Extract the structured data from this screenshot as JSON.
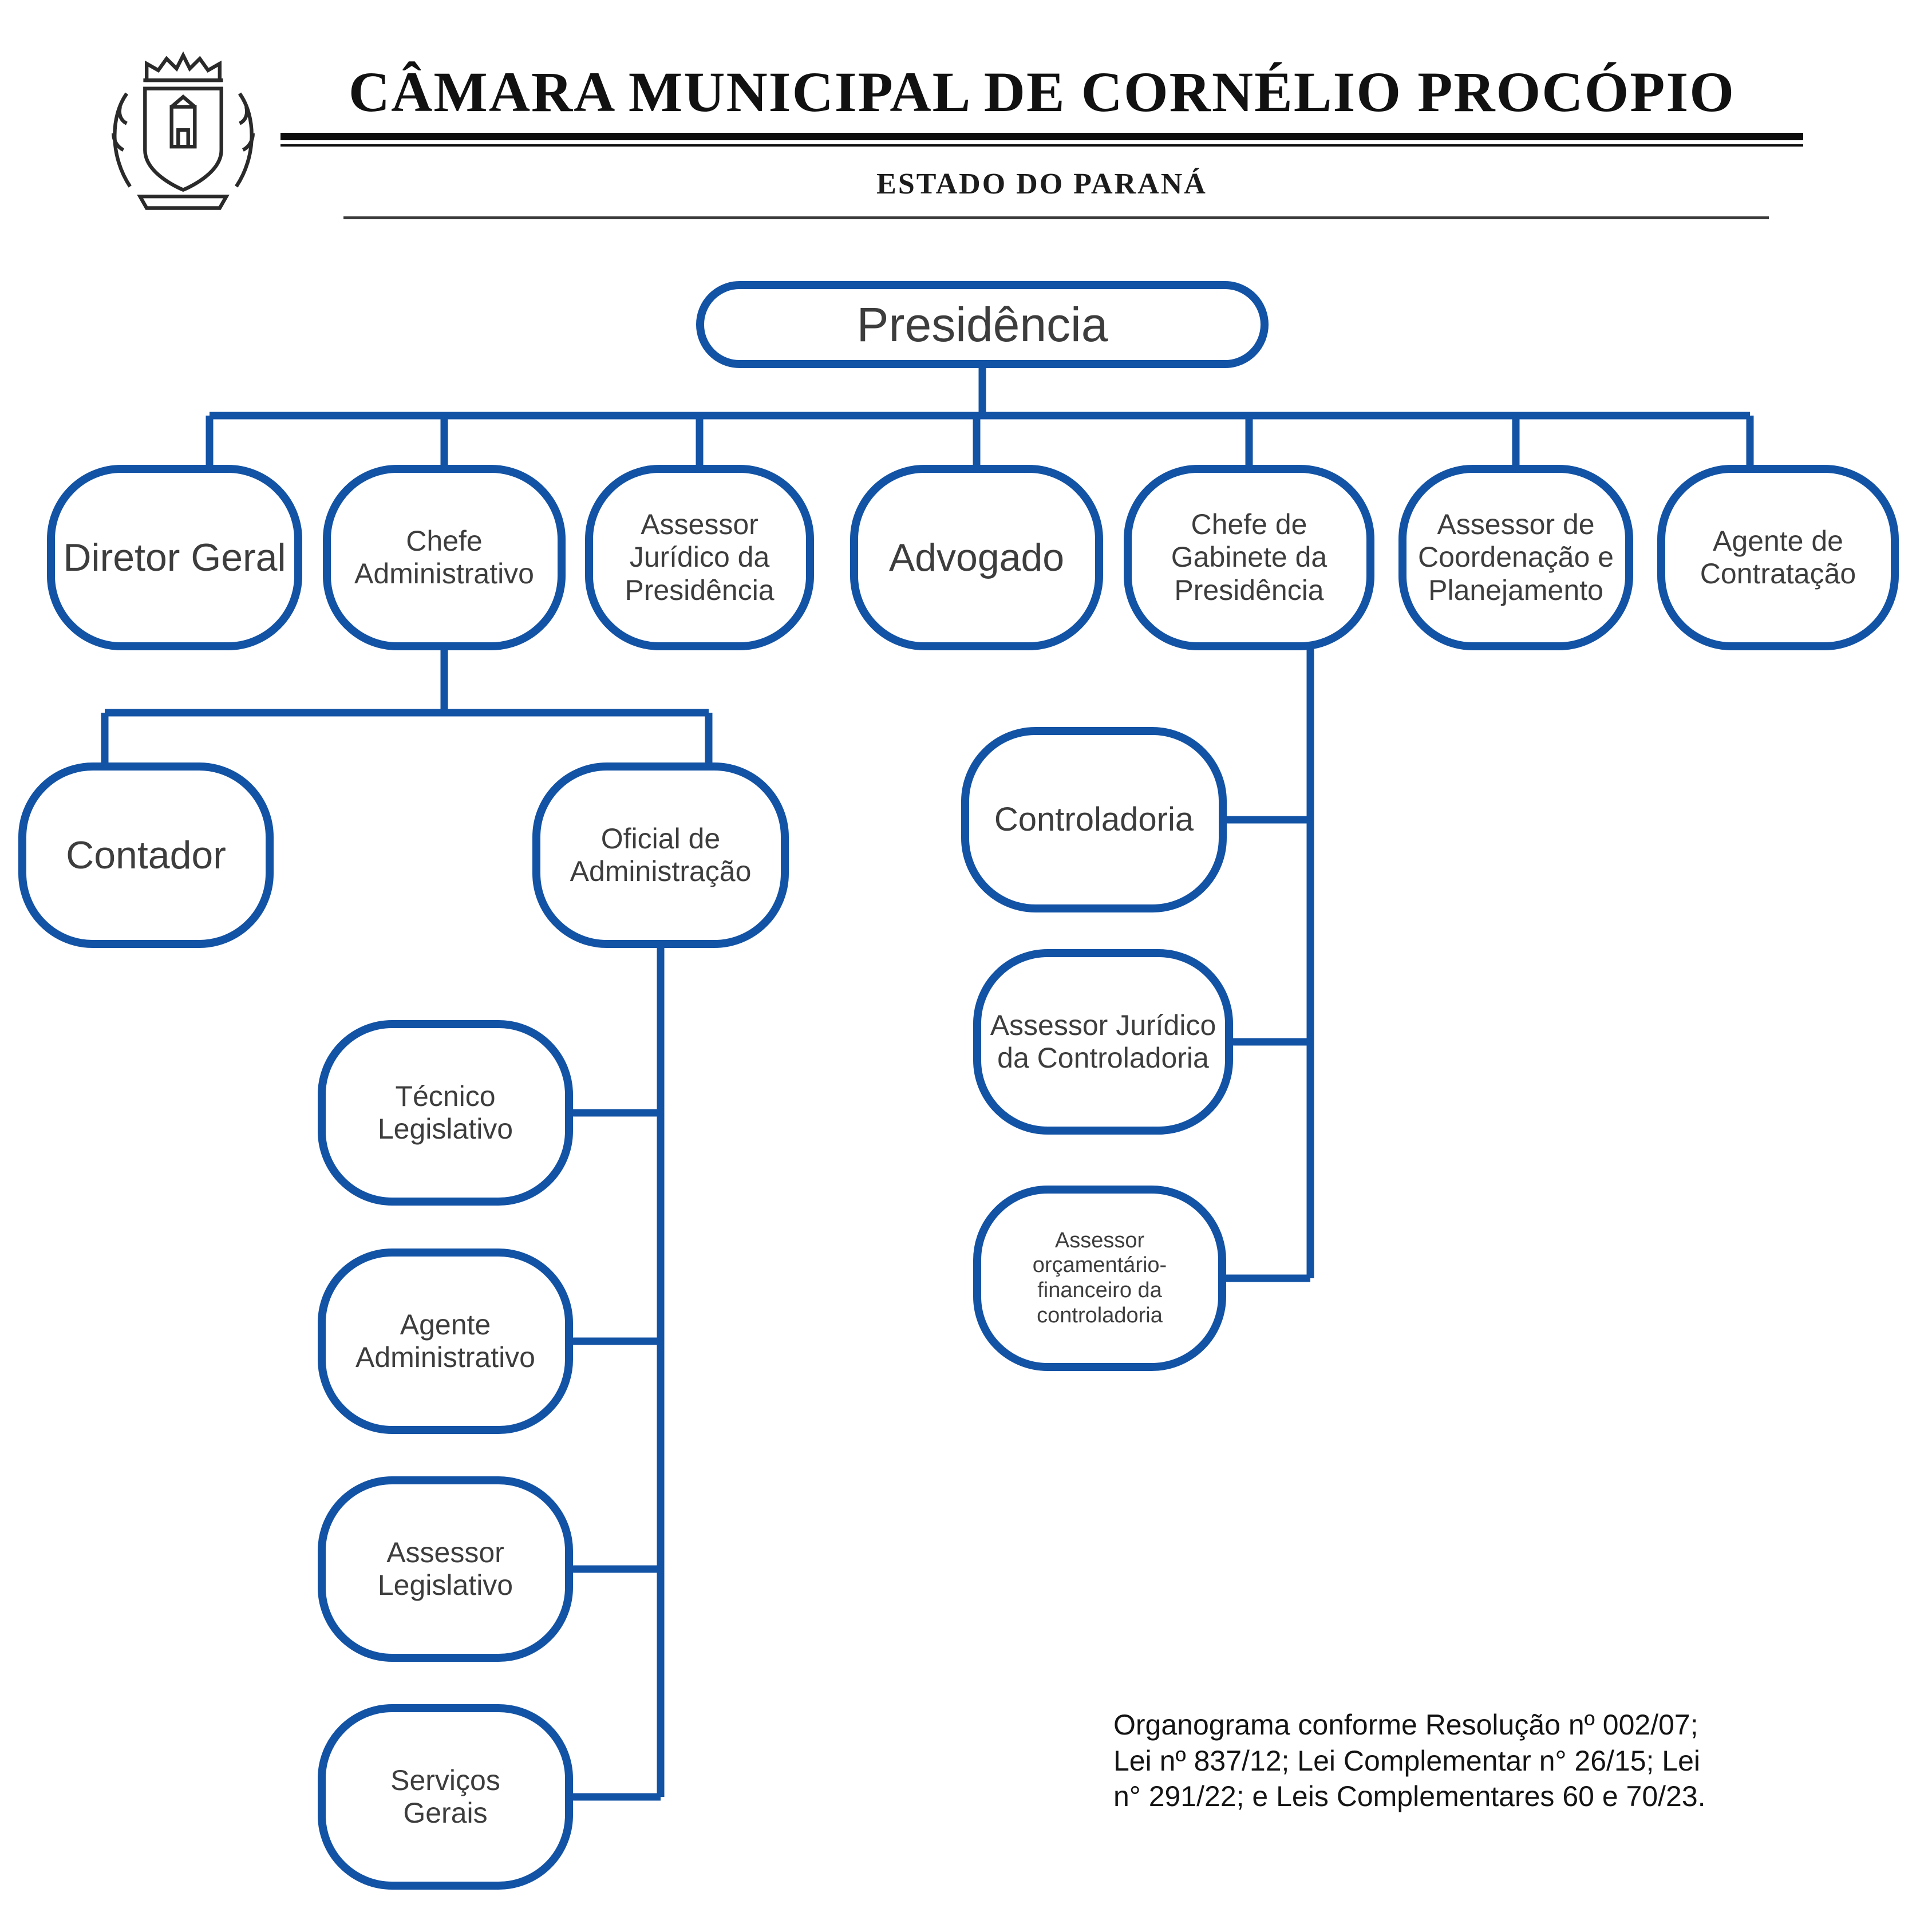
{
  "header": {
    "title": "CÂMARA MUNICIPAL DE CORNÉLIO PROCÓPIO",
    "subtitle": "ESTADO DO PARANÁ",
    "logo": "municipal-coat-of-arms"
  },
  "nodes": {
    "presidencia": {
      "label": "Presidência"
    },
    "diretor_geral": {
      "label": "Diretor Geral"
    },
    "chefe_administrativo": {
      "label": "Chefe Administrativo"
    },
    "assessor_juridico_presidencia": {
      "label": "Assessor Jurídico da Presidência"
    },
    "advogado": {
      "label": "Advogado"
    },
    "chefe_gabinete_presidencia": {
      "label": "Chefe de Gabinete da Presidência"
    },
    "assessor_coordenacao_planejamento": {
      "label": "Assessor de Coordenação e Planejamento"
    },
    "agente_contratacao": {
      "label": "Agente de Contratação"
    },
    "contador": {
      "label": "Contador"
    },
    "oficial_administracao": {
      "label": "Oficial de Administração"
    },
    "tecnico_legislativo": {
      "label": "Técnico Legislativo"
    },
    "agente_administrativo": {
      "label": "Agente Administrativo"
    },
    "assessor_legislativo": {
      "label": "Assessor Legislativo"
    },
    "servicos_gerais": {
      "label": "Serviços Gerais"
    },
    "controladoria": {
      "label": "Controladoria"
    },
    "assessor_juridico_controladoria": {
      "label": "Assessor Jurídico da Controladoria"
    },
    "assessor_orcamentario_financeiro": {
      "label": "Assessor orçamentário-financeiro da controladoria"
    }
  },
  "hierarchy": {
    "Presidência": [
      "Diretor Geral",
      "Chefe Administrativo",
      "Assessor Jurídico da Presidência",
      "Advogado",
      "Chefe de Gabinete da Presidência",
      "Assessor de Coordenação e Planejamento",
      "Agente de Contratação"
    ],
    "Chefe Administrativo": [
      "Contador",
      "Oficial de Administração"
    ],
    "Oficial de Administração": [
      "Técnico Legislativo",
      "Agente Administrativo",
      "Assessor Legislativo",
      "Serviços Gerais"
    ],
    "Chefe de Gabinete da Presidência": [
      "Controladoria",
      "Assessor Jurídico da Controladoria",
      "Assessor orçamentário-financeiro da controladoria"
    ]
  },
  "footnote": {
    "lines": [
      "Organograma conforme Resolução nº 002/07;",
      "Lei nº 837/12; Lei Complementar n° 26/15; Lei",
      "n° 291/22; e Leis Complementares 60 e 70/23."
    ]
  },
  "colors": {
    "node_border": "#1353a5",
    "connector": "#1353a5",
    "node_text": "#3d3d3d",
    "header_text": "#111111"
  }
}
